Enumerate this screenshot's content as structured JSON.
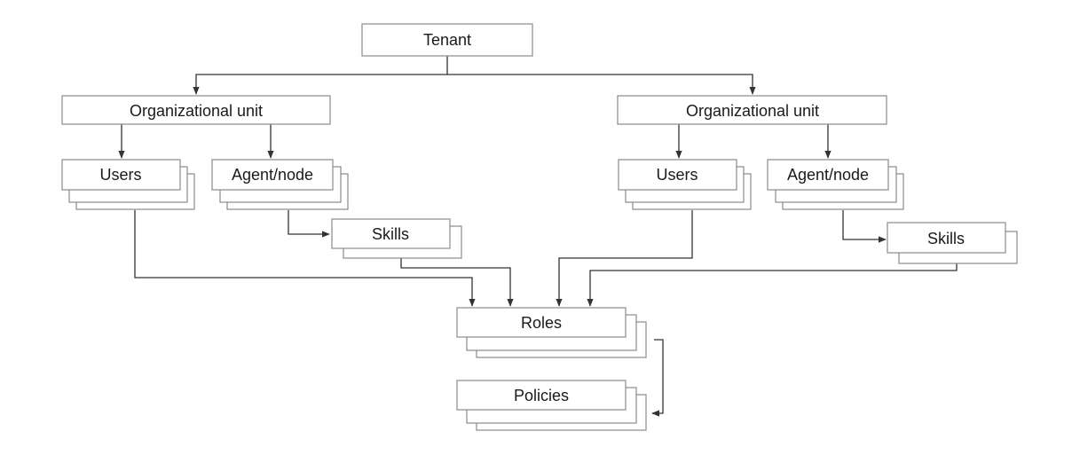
{
  "tenant": {
    "label": "Tenant"
  },
  "left": {
    "org_unit": "Organizational unit",
    "users": "Users",
    "agent": "Agent/node",
    "skills": "Skills"
  },
  "right": {
    "org_unit": "Organizational unit",
    "users": "Users",
    "agent": "Agent/node",
    "skills": "Skills"
  },
  "roles": {
    "label": "Roles"
  },
  "policies": {
    "label": "Policies"
  },
  "colors": {
    "box_stroke": "#8a8a8a",
    "connector": "#333333",
    "background": "#ffffff"
  }
}
